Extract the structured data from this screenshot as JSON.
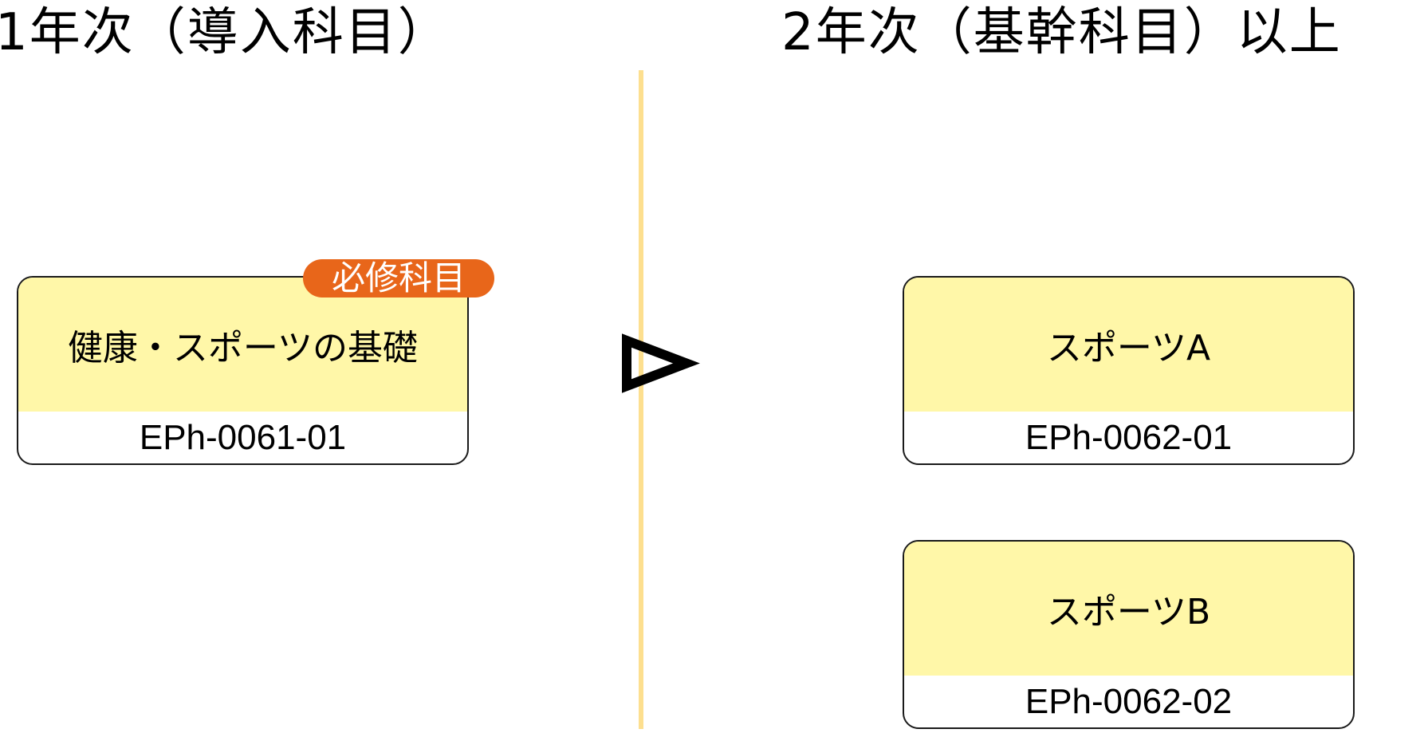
{
  "columns": {
    "left_title": "1年次（導入科目）",
    "right_title": "2年次（基幹科目）以上"
  },
  "courses": {
    "intro": {
      "name": "健康・スポーツの基礎",
      "code": "EPh-0061-01",
      "badge": "必修科目"
    },
    "sports_a": {
      "name": "スポーツA",
      "code": "EPh-0062-01"
    },
    "sports_b": {
      "name": "スポーツB",
      "code": "EPh-0062-02"
    }
  },
  "colors": {
    "card_fill": "#fff7a8",
    "badge": "#e8661a",
    "divider": "#fddf8f"
  }
}
